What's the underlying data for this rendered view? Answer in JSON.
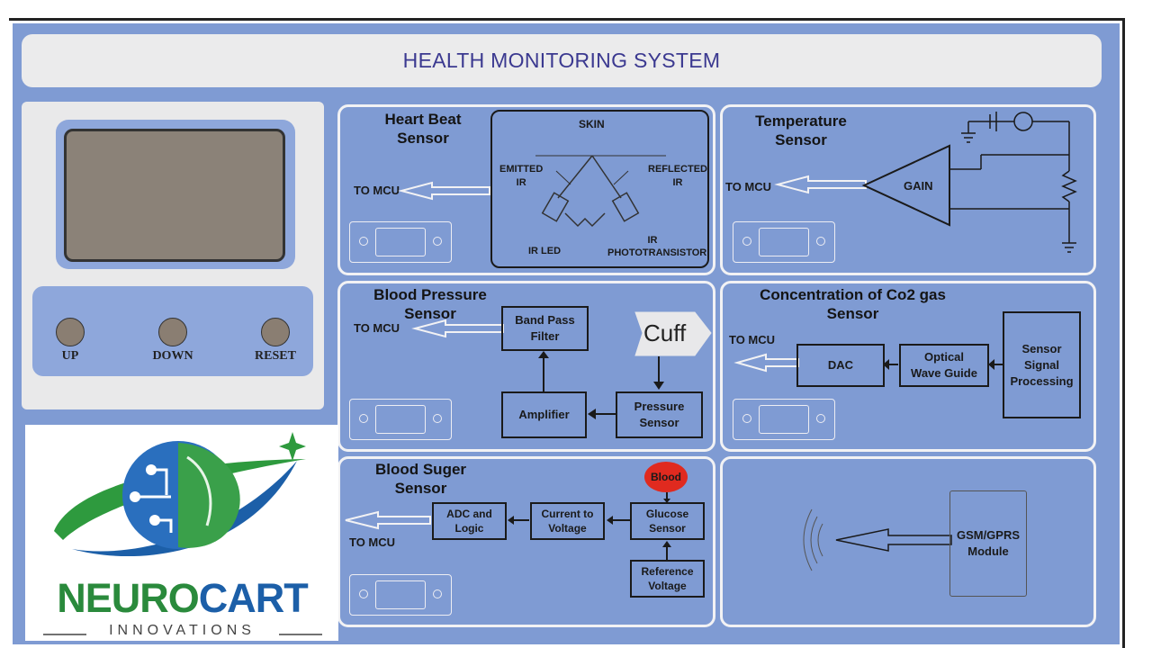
{
  "header": {
    "title": "HEALTH MONITORING SYSTEM"
  },
  "controls": {
    "up_label": "UP",
    "down_label": "DOWN",
    "reset_label": "RESET"
  },
  "heart_beat": {
    "title_line1": "Heart Beat",
    "title_line2": "Sensor",
    "to_mcu": "TO MCU",
    "skin": "SKIN",
    "emitted_line1": "EMITTED",
    "emitted_line2": "IR",
    "reflected_line1": "REFLECTED",
    "reflected_line2": "IR",
    "ir_led": "IR LED",
    "photo_line1": "IR",
    "photo_line2": "PHOTOTRANSISTOR"
  },
  "temperature": {
    "title_line1": "Temperature",
    "title_line2": "Sensor",
    "to_mcu": "TO MCU",
    "gain": "GAIN"
  },
  "blood_pressure": {
    "title_line1": "Blood Pressure",
    "title_line2": "Sensor",
    "to_mcu": "TO MCU",
    "band_pass_line1": "Band Pass",
    "band_pass_line2": "Filter",
    "cuff": "Cuff",
    "amplifier": "Amplifier",
    "pressure_line1": "Pressure",
    "pressure_line2": "Sensor"
  },
  "co2": {
    "title_line1": "Concentration of Co2 gas",
    "title_line2": "Sensor",
    "to_mcu": "TO MCU",
    "dac": "DAC",
    "optical_line1": "Optical",
    "optical_line2": "Wave Guide",
    "ssp_line1": "Sensor",
    "ssp_line2": "Signal",
    "ssp_line3": "Processing"
  },
  "blood_sugar": {
    "title_line1": "Blood Suger",
    "title_line2": "Sensor",
    "to_mcu": "TO MCU",
    "adc_line1": "ADC and",
    "adc_line2": "Logic",
    "ctv_line1": "Current to",
    "ctv_line2": "Voltage",
    "blood": "Blood",
    "glucose_line1": "Glucose",
    "glucose_line2": "Sensor",
    "ref_line1": "Reference",
    "ref_line2": "Voltage"
  },
  "gsm": {
    "line1": "GSM/GPRS",
    "line2": "Module"
  },
  "logo": {
    "brand_part1": "NEURO",
    "brand_part2": "CART",
    "tagline": "INNOVATIONS"
  },
  "colors": {
    "board": "#7f9bd3",
    "title_text": "#3b3990",
    "blood_drop": "#e02a1f",
    "brand_green": "#2a8a3c",
    "brand_blue": "#1c5fa8"
  }
}
